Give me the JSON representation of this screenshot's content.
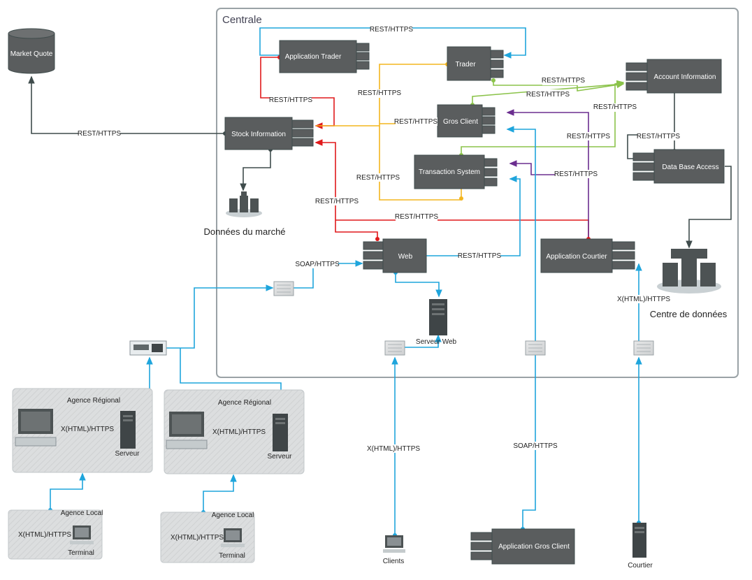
{
  "central": {
    "title": "Centrale"
  },
  "components": {
    "market_quote": "Market Quote",
    "application_trader": "Application Trader",
    "trader": "Trader",
    "account_information": "Account Information",
    "stock_information": "Stock Information",
    "gros_client": "Gros Client",
    "transaction_system": "Transaction System",
    "data_base_access": "Data Base Access",
    "web": "Web",
    "application_courtier": "Application Courtier",
    "application_gros_client": "Application Gros Client"
  },
  "places": {
    "donnees_marche": "Données du marché",
    "centre_donnees": "Centre de données",
    "serveur_web": "Serveur Web",
    "agence_regional": "Agence Régional",
    "agence_local": "Agence Local",
    "serveur": "Serveur",
    "terminal": "Terminal",
    "clients": "Clients",
    "courtier": "Courtier"
  },
  "protocols": {
    "rest": "REST/HTTPS",
    "soap": "SOAP/HTTPS",
    "xhtml": "X(HTML)/HTTPS"
  },
  "colors": {
    "blue": "#1fa5dc",
    "red": "#e0191b",
    "orange": "#f3b51e",
    "green": "#8bc34a",
    "purple": "#6b2e8f",
    "dark": "#3f4c4c",
    "component": "#5a5d5e"
  }
}
